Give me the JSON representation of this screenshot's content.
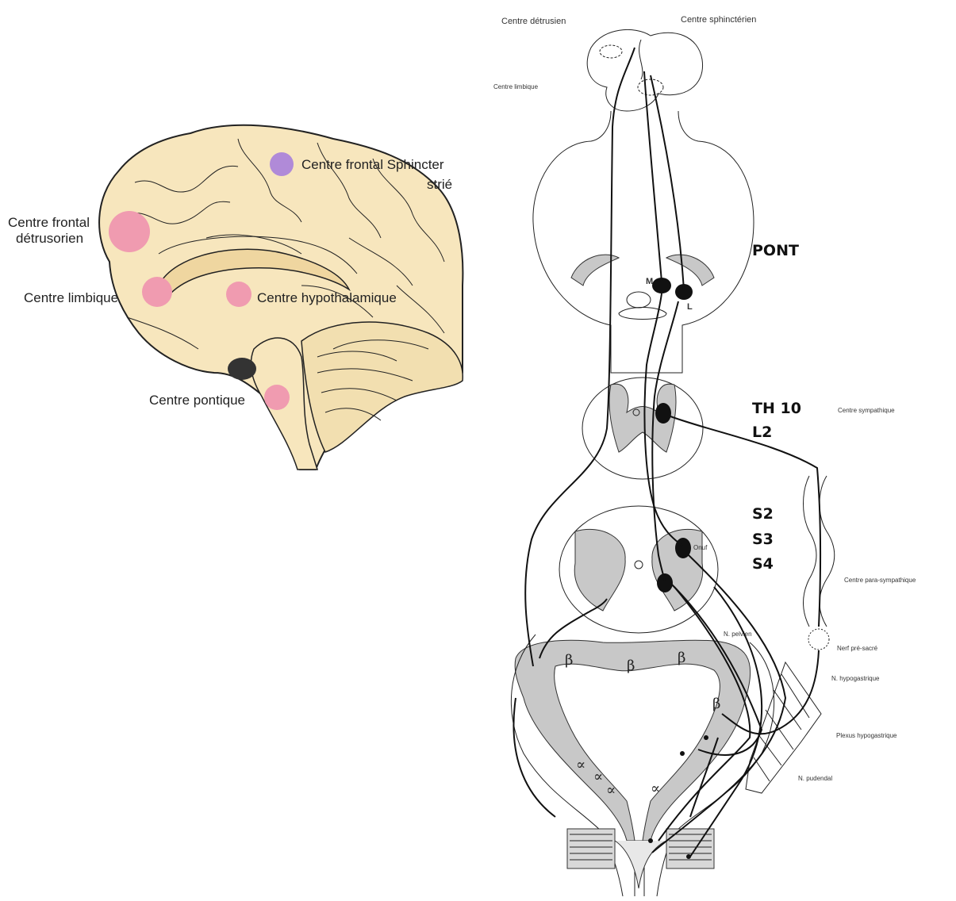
{
  "brain_diagram": {
    "labels": {
      "frontal_sphincter": "Centre frontal Sphincter",
      "frontal_sphincter_2": "strié",
      "frontal_detrusor": "Centre frontal",
      "frontal_detrusor_2": "détrusorien",
      "limbic": "Centre limbique",
      "hypothalamic": "Centre hypothalamique",
      "pontine": "Centre pontique"
    },
    "colors": {
      "brain_fill": "#f7e6bd",
      "center_pink": "#f09bb0",
      "center_purple": "#b08ad8"
    }
  },
  "neural_pathway": {
    "top_labels": {
      "detrusor": "Centre détrusien",
      "sphincter": "Centre sphinctérien",
      "limbic": "Centre limbique"
    },
    "levels": {
      "pont": "PONT",
      "th10": "TH 10",
      "l2": "L2",
      "s2": "S2",
      "s3": "S3",
      "s4": "S4"
    },
    "nuclei": {
      "m": "M",
      "l": "L"
    },
    "side_labels": {
      "sympathetic": "Centre sympathique",
      "parasympathetic": "Centre para-sympathique",
      "presacral": "Nerf pré-sacré",
      "hypogastric_n": "N. hypogastrique",
      "hypogastric_plexus": "Plexus hypogastrique",
      "pudendal_nucleus": "Onuf",
      "pelvic": "N. pelvien",
      "pudendal": "N. pudendal"
    },
    "greek": {
      "beta": "β",
      "alpha": "∝"
    }
  }
}
